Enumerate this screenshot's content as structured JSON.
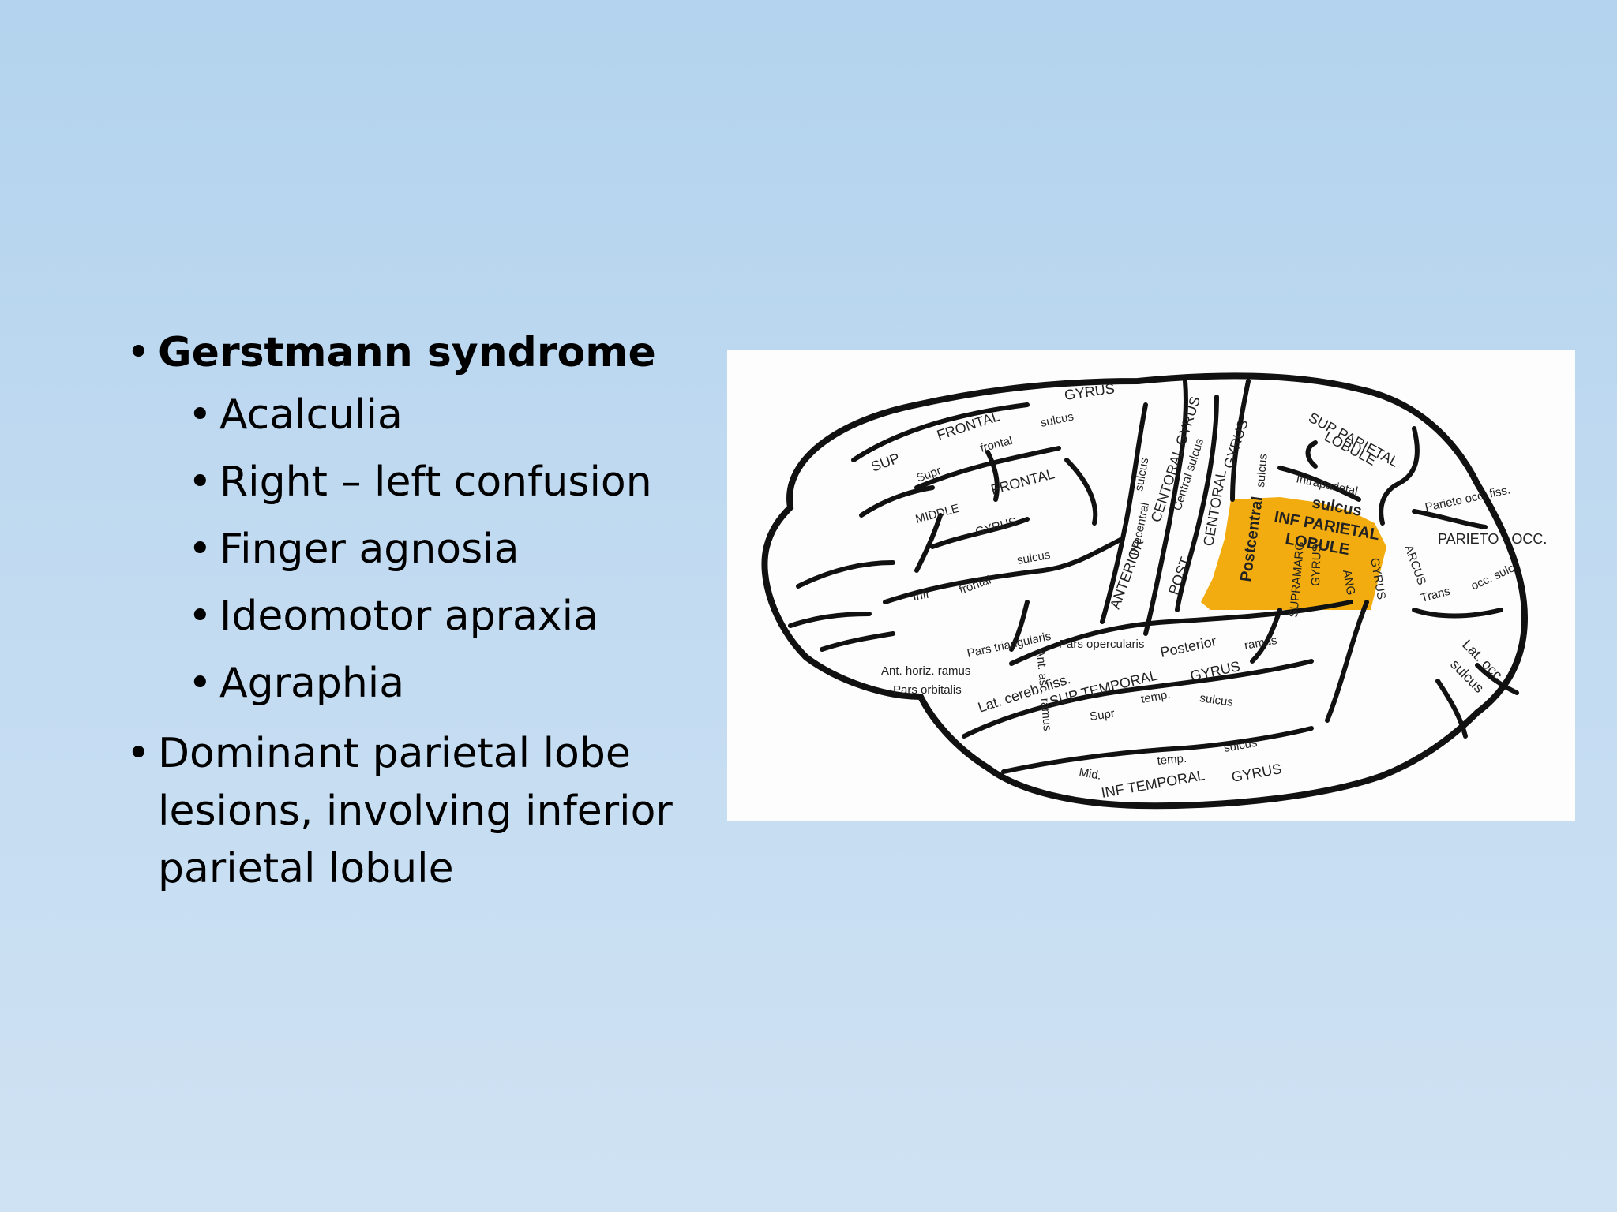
{
  "slide": {
    "title": "Gerstmann syndrome",
    "sub_bullets": [
      "Acalculia",
      "Right – left confusion",
      "Finger agnosia",
      "Ideomotor apraxia",
      "Agraphia"
    ],
    "second_bullet": "Dominant parietal lobe lesions, involving inferior parietal lobule",
    "bullet_char": "•"
  },
  "diagram": {
    "highlight_color": "#f2ac10",
    "outline_color": "#111111",
    "labels": {
      "gyrus_top": "GYRUS",
      "sup": "SUP",
      "frontal_1": "FRONTAL",
      "sulcus_1": "sulcus",
      "supr": "Supr",
      "frontal_2": "frontal",
      "middle": "MIDDLE",
      "frontal_3": "FRONTAL",
      "gyrus_mid": "GYRUS",
      "sulcus_2": "sulcus",
      "infr": "Infr",
      "frontal_4": "frontal",
      "central_gyrus": "CENTORAL GYRUS",
      "central_sulcus": "Central sulcus",
      "sulcus_precentral": "sulcus",
      "precentral": "Precentral",
      "anterior": "ANTERIOR",
      "post": "POST",
      "centoral": "CENTORAL",
      "gyrus_post": "GYRUS",
      "sulcus_post": "sulcus",
      "postcentral": "Postcentral",
      "sup_parietal": "SUP PARIETAL",
      "lobule_sup": "LOBULE",
      "intraparietal": "Intraparietal",
      "sulcus_ip": "sulcus",
      "inf_parietal": "INF PARIETAL",
      "lobule_inf": "LOBULE",
      "supramarg": "SUPRAMARG",
      "gyrus_sm": "GYRUS",
      "ang": "ANG",
      "gyrus_ang": "GYRUS",
      "parieto_occ_fiss": "Parieto occ. fiss.",
      "arcus": "ARCUS",
      "parieto_occ": "PARIETO - OCC.",
      "trans": "Trans",
      "occ_sulc": "occ. sulc.",
      "lat_occ": "Lat. occ.",
      "sulcus_occ": "sulcus",
      "pars_triangularis": "Pars triangularis",
      "ant_asc_ramus": "Ant. asc. ramus",
      "pars_opercularis": "Pars opercularis",
      "ant_horiz_ramus": "Ant. horiz. ramus",
      "pars_orbitalis": "Pars orbitalis",
      "lat_cereb_fiss": "Lat. cereb. fiss.",
      "posterior": "Posterior",
      "ramus": "ramus",
      "sup_temporal": "SUP TEMPORAL",
      "gyrus_st": "GYRUS",
      "supr_temp": "Supr",
      "temp": "temp.",
      "sulcus_st": "sulcus",
      "mid": "Mid.",
      "temp_mid": "temp.",
      "sulcus_mt": "sulcus",
      "inf_temporal": "INF TEMPORAL",
      "gyrus_it": "GYRUS"
    }
  }
}
